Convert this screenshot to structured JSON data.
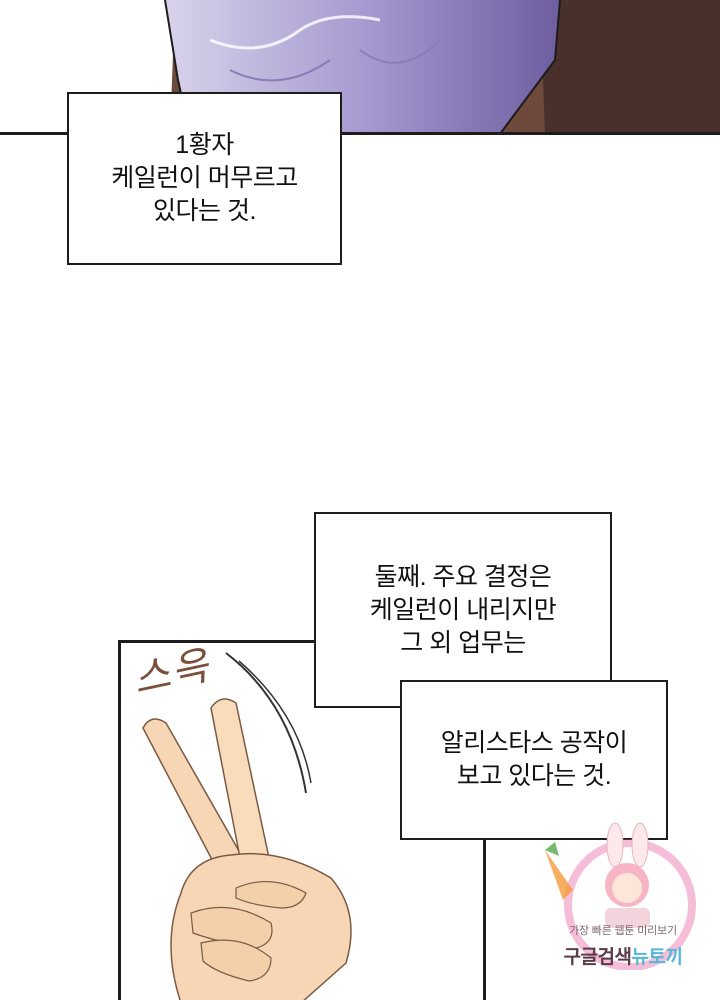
{
  "captions": {
    "box1": {
      "lines": [
        "1황자",
        "케일런이 머무르고",
        "있다는 것."
      ]
    },
    "box2": {
      "lines": [
        "둘째. 주요 결정은",
        "케일런이 내리지만",
        "그 외 업무는"
      ]
    },
    "box3": {
      "lines": [
        "알리스타스 공작이",
        "보고 있다는 것."
      ]
    }
  },
  "sfx": {
    "text": "스윽"
  },
  "watermark": {
    "tagline": "가장 빠른 웹툰 미리보기",
    "brand_part1": "구글검색",
    "brand_part2": "뉴토끼"
  },
  "colors": {
    "ink": "#111111",
    "skin": "#f6d6b4",
    "shirt": "#9d8ec7",
    "background_dark": "#5a3a34",
    "watermark_accent": "#55b7d8"
  }
}
